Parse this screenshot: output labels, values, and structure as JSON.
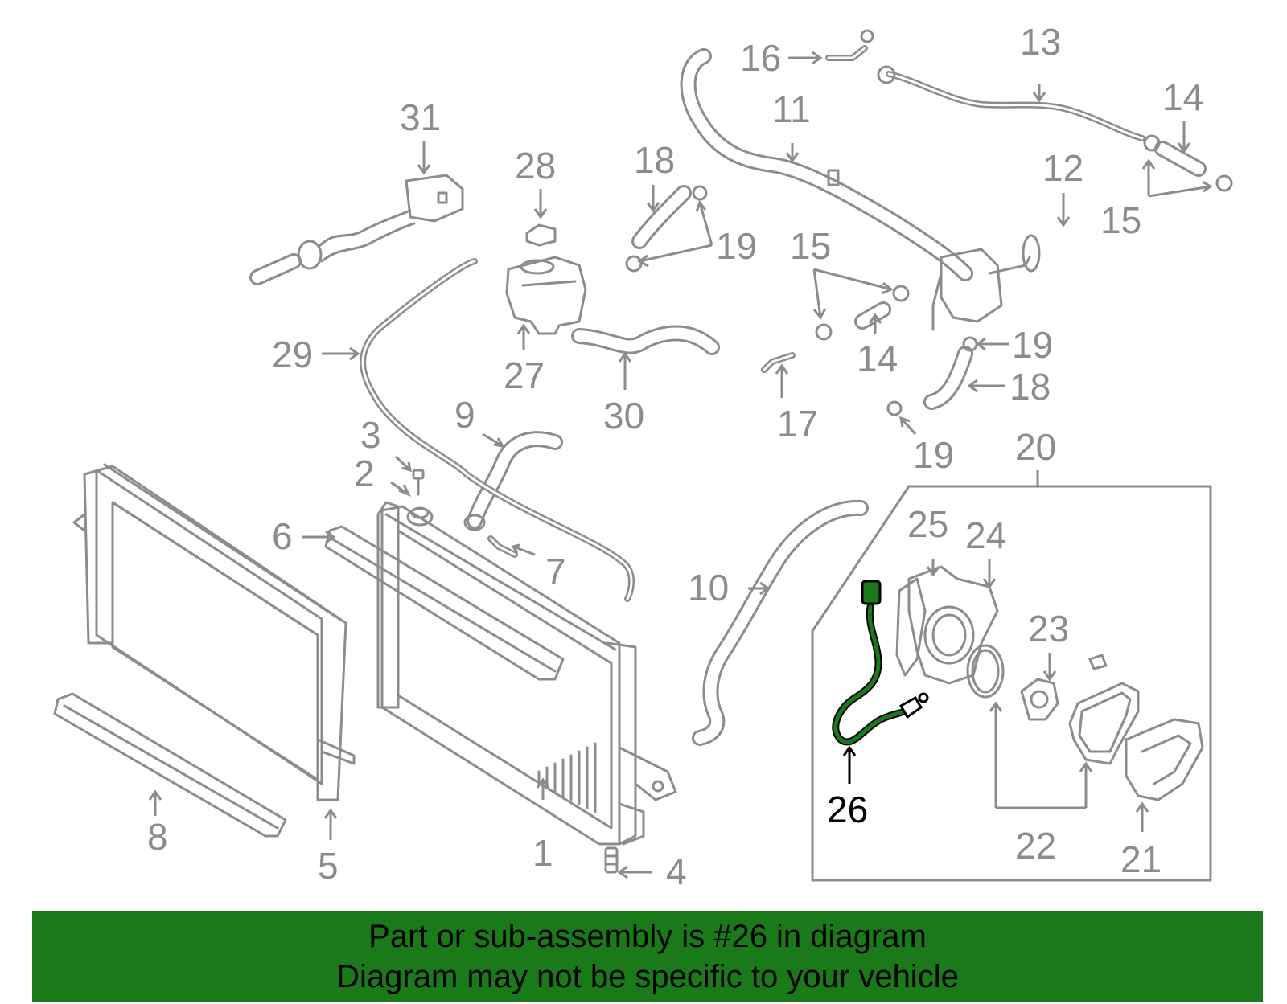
{
  "callouts": [
    {
      "id": "1",
      "label": "1"
    },
    {
      "id": "2",
      "label": "2"
    },
    {
      "id": "3",
      "label": "3"
    },
    {
      "id": "4",
      "label": "4"
    },
    {
      "id": "5",
      "label": "5"
    },
    {
      "id": "6",
      "label": "6"
    },
    {
      "id": "7",
      "label": "7"
    },
    {
      "id": "8",
      "label": "8"
    },
    {
      "id": "9",
      "label": "9"
    },
    {
      "id": "10",
      "label": "10"
    },
    {
      "id": "11",
      "label": "11"
    },
    {
      "id": "12",
      "label": "12"
    },
    {
      "id": "13",
      "label": "13"
    },
    {
      "id": "14a",
      "label": "14"
    },
    {
      "id": "14b",
      "label": "14"
    },
    {
      "id": "15a",
      "label": "15"
    },
    {
      "id": "15b",
      "label": "15"
    },
    {
      "id": "16",
      "label": "16"
    },
    {
      "id": "17",
      "label": "17"
    },
    {
      "id": "18a",
      "label": "18"
    },
    {
      "id": "18b",
      "label": "18"
    },
    {
      "id": "19a",
      "label": "19"
    },
    {
      "id": "19b",
      "label": "19"
    },
    {
      "id": "19c",
      "label": "19"
    },
    {
      "id": "20",
      "label": "20"
    },
    {
      "id": "21",
      "label": "21"
    },
    {
      "id": "22",
      "label": "22"
    },
    {
      "id": "23",
      "label": "23"
    },
    {
      "id": "24",
      "label": "24"
    },
    {
      "id": "25",
      "label": "25"
    },
    {
      "id": "26",
      "label": "26"
    },
    {
      "id": "27",
      "label": "27"
    },
    {
      "id": "28",
      "label": "28"
    },
    {
      "id": "29",
      "label": "29"
    },
    {
      "id": "30",
      "label": "30"
    },
    {
      "id": "31",
      "label": "31"
    }
  ],
  "highlighted_part": "26",
  "colors": {
    "line": "#8c8c8c",
    "highlight_part": "#1a7a1a",
    "footer_bg": "#1a7a1a",
    "footer_text": "#000000"
  },
  "footer": {
    "line1": "Part or sub-assembly is #26 in diagram",
    "line2": "Diagram may not be specific to your vehicle"
  }
}
